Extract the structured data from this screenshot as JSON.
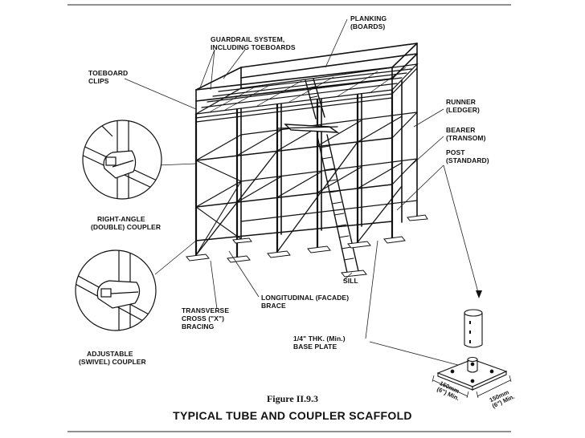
{
  "labels": {
    "planking": [
      "PLANKING",
      "(BOARDS)"
    ],
    "guardrail": [
      "GUARDRAIL SYSTEM,",
      "INCLUDING TOEBOARDS"
    ],
    "toeboard": [
      "TOEBOARD",
      "CLIPS"
    ],
    "runner": [
      "RUNNER",
      "(LEDGER)"
    ],
    "bearer": [
      "BEARER",
      "(TRANSOM)"
    ],
    "post": [
      "POST",
      "(STANDARD)"
    ],
    "right_angle": [
      "RIGHT-ANGLE",
      "(DOUBLE) COUPLER"
    ],
    "sill": [
      "SILL"
    ],
    "longitudinal": [
      "LONGITUDINAL (FACADE)",
      "BRACE"
    ],
    "transverse": [
      "TRANSVERSE",
      "CROSS (\"X\")",
      "BRACING"
    ],
    "base_plate": [
      "1/4\" THK. (Min.)",
      "BASE PLATE"
    ],
    "adjustable": [
      "ADJUSTABLE",
      "(SWIVEL) COUPLER"
    ]
  },
  "dimensions": {
    "left": [
      "150mm",
      "(6\") Min."
    ],
    "right": [
      "150mm",
      "(6\") Min."
    ]
  },
  "figure_number": "Figure II.9.3",
  "title": "TYPICAL TUBE AND COUPLER SCAFFOLD"
}
